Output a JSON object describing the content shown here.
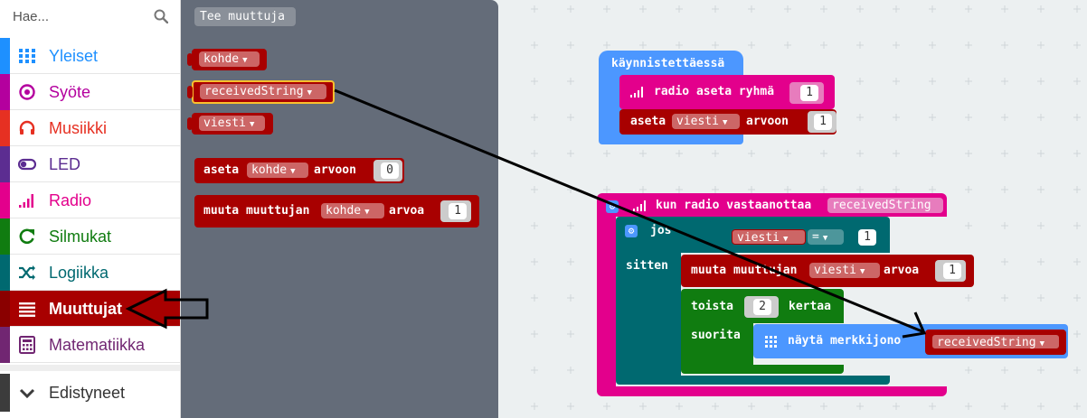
{
  "search": {
    "placeholder": "Hae..."
  },
  "categories": [
    {
      "label": "Yleiset",
      "icon": "grid-icon",
      "color": "#1e90ff"
    },
    {
      "label": "Syöte",
      "icon": "target-icon",
      "color": "#b4009e"
    },
    {
      "label": "Musiikki",
      "icon": "headphones-icon",
      "color": "#e63022"
    },
    {
      "label": "LED",
      "icon": "toggle-icon",
      "color": "#5c2d91"
    },
    {
      "label": "Radio",
      "icon": "signal-icon",
      "color": "#e3008c"
    },
    {
      "label": "Silmukat",
      "icon": "refresh-icon",
      "color": "#107c10"
    },
    {
      "label": "Logiikka",
      "icon": "shuffle-icon",
      "color": "#006970"
    },
    {
      "label": "Muuttujat",
      "icon": "list-icon",
      "color": "#a80000"
    },
    {
      "label": "Matematiikka",
      "icon": "calculator-icon",
      "color": "#712672"
    },
    {
      "label": "Edistyneet",
      "icon": "chevron-down-icon",
      "color": "#3c3c3c"
    }
  ],
  "flyout": {
    "make_variable": "Tee muuttuja",
    "vars": [
      "kohde",
      "receivedString",
      "viesti"
    ],
    "set_block": {
      "set": "aseta",
      "var": "kohde",
      "to": "arvoon",
      "value": "0"
    },
    "change_block": {
      "change": "muuta muuttujan",
      "var": "kohde",
      "by": "arvoa",
      "value": "1"
    }
  },
  "workspace": {
    "on_start": {
      "title": "käynnistettäessä",
      "set_group": {
        "label": "radio aseta ryhmä",
        "value": "1"
      },
      "set_var": {
        "set": "aseta",
        "var": "viesti",
        "to": "arvoon",
        "value": "1"
      }
    },
    "on_receive": {
      "title": "kun radio vastaanottaa",
      "param": "receivedString",
      "if_label": "jos",
      "then_label": "sitten",
      "cond": {
        "var": "viesti",
        "op": "=",
        "value": "1"
      },
      "change": {
        "label": "muuta muuttujan",
        "var": "viesti",
        "by": "arvoa",
        "value": "1"
      },
      "repeat": {
        "label": "toista",
        "count": "2",
        "times": "kertaa",
        "do": "suorita"
      },
      "show": {
        "label": "näytä merkkijono",
        "var": "receivedString"
      }
    }
  },
  "colors": {
    "variables": "#a80000",
    "variables_dark": "#8a0000",
    "var_field": "#cc6666",
    "radio": "#e3008c",
    "loops": "#107c10",
    "logic": "#006970",
    "basic": "#1e90ff",
    "start": "#4c97ff",
    "selected_outline": "#fbc02d",
    "flyout_bg": "#646c79",
    "workspace_bg": "#ecf0f1"
  }
}
